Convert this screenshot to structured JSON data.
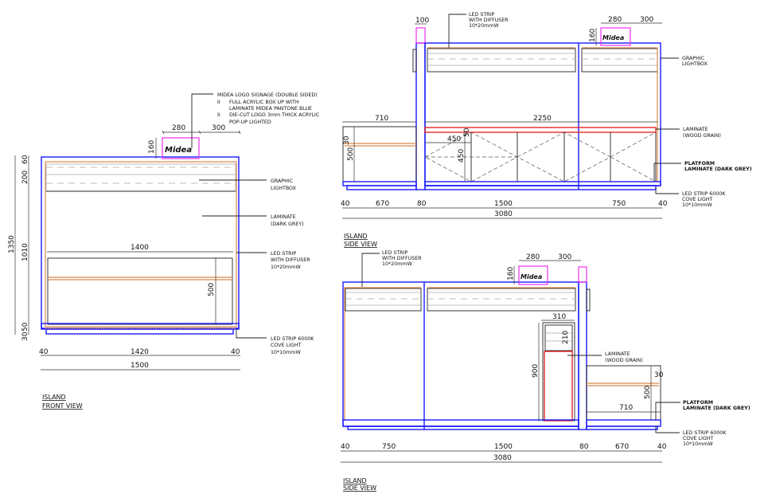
{
  "logo_text": "Midea",
  "colors": {
    "frame": "#1a1aff",
    "led": "#d9894a",
    "signage": "#f030f0",
    "laminate_wood": "#e21b1b"
  },
  "front_view": {
    "title_line1": "ISLAND",
    "title_line2": "FRONT VIEW",
    "signage_callout": [
      "MIDEA LOGO SIGNAGE (DOUBLE SIDED)",
      "FULL ACRYLIC BOX UP WITH",
      "LAMINATE MIDEA PANTONE BLUE",
      "DIE-CUT LOGO 3mm THICK ACRYLIC",
      "POP-UP LIGHTED"
    ],
    "bullet": "II",
    "graphic_lightbox": [
      "GRAPHIC",
      "LIGHTBOX"
    ],
    "laminate": [
      "LAMINATE",
      "(DARK GREY)"
    ],
    "led_strip": [
      "LED STRIP",
      "WITH DIFFUSER",
      "10*20mmW"
    ],
    "led_cove": [
      "LED STRIP 6000K",
      "COVE LIGHT",
      "10*10mmW"
    ],
    "dims": {
      "logo_w": "280",
      "logo_gap": "300",
      "logo_h": "160",
      "total_h": "1350",
      "h_200": "200",
      "h_60": "60",
      "h_1010": "1010",
      "h_30": "30",
      "h_50": "50",
      "inner_w": "1400",
      "inner_h": "500",
      "left": "40",
      "mid": "1420",
      "right": "40",
      "total_w": "1500"
    }
  },
  "side_view_1": {
    "title_line1": "ISLAND",
    "title_line2": "SIDE VIEW",
    "led_strip": [
      "LED STRIP",
      "WITH DIFFUSER",
      "10*20mmW"
    ],
    "graphic_lightbox": [
      "GRAPHIC",
      "LIGHTBOX"
    ],
    "laminate": [
      "LAMINATE",
      "(WOOD GRAIN)"
    ],
    "platform": [
      "PLATFORM",
      "LAMINATE (DARK GREY)"
    ],
    "led_cove": [
      "LED STRIP 6000K",
      "COVE LIGHT",
      "10*10mmW"
    ],
    "dims": {
      "post_w": "100",
      "logo_w": "280",
      "logo_gap": "300",
      "logo_h": "160",
      "platform_w": "710",
      "top_w": "2250",
      "h_30": "30",
      "h_500": "500",
      "h_50": "50",
      "panel_w": "450",
      "panel_h": "450",
      "b1": "40",
      "b2": "670",
      "b3": "80",
      "b4": "1500",
      "b5": "750",
      "b6": "40",
      "total": "3080"
    }
  },
  "side_view_2": {
    "title_line1": "ISLAND",
    "title_line2": "SIDE VIEW",
    "led_strip": [
      "LED STRIP",
      "WITH DIFFUSER",
      "10*20mmW"
    ],
    "laminate": [
      "LAMINATE",
      "(WOOD GRAIN)"
    ],
    "platform": [
      "PLATFORM",
      "LAMINATE (DARK GREY)"
    ],
    "led_cove": [
      "LED STRIP 6000K",
      "COVE LIGHT",
      "10*10mmW"
    ],
    "dims": {
      "logo_w": "280",
      "logo_gap": "300",
      "logo_h": "160",
      "fridge_w": "310",
      "fridge_top": "210",
      "fridge_h": "900",
      "h_30": "30",
      "h_500": "500",
      "platform_w": "710",
      "b1": "40",
      "b2": "750",
      "b3": "1500",
      "b4": "80",
      "b5": "670",
      "b6": "40",
      "total": "3080"
    }
  }
}
